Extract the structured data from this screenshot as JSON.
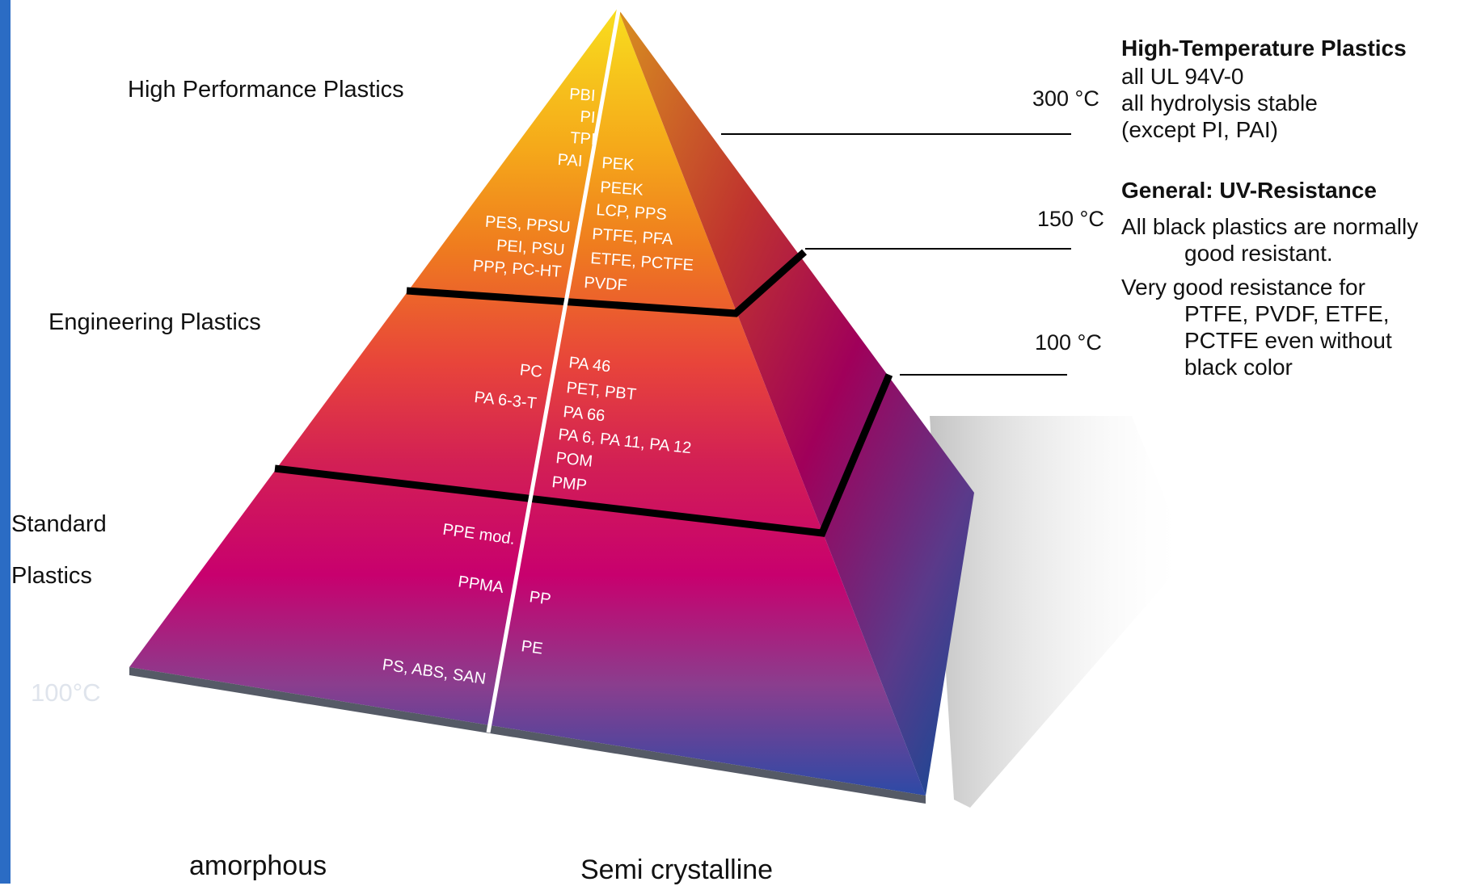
{
  "labels": {
    "high_performance": "High Performance Plastics",
    "engineering": "Engineering Plastics",
    "standard_line1": "Standard",
    "standard_line2": "Plastics",
    "amorphous": "amorphous",
    "semi_crystalline": "Semi crystalline",
    "faint_temp": "100°C"
  },
  "temperatures": {
    "t300": "300 °C",
    "t150": "150 °C",
    "t100": "100 °C"
  },
  "notes": {
    "high_temp_title": "High-Temperature Plastics",
    "high_temp_lines": [
      "all UL 94V-0",
      "all hydrolysis stable",
      "(except PI, PAI)"
    ],
    "uv_title": "General: UV-Resistance",
    "uv_lines_1": [
      "All black plastics are normally",
      "good resistant."
    ],
    "uv_lines_2": [
      "Very good resistance for",
      "PTFE, PVDF, ETFE,",
      "PCTFE even without",
      "black color"
    ]
  },
  "materials": {
    "high_amorphous": [
      "PBI",
      "PI",
      "TPI",
      "PAI",
      "PES, PPSU",
      "PEI, PSU",
      "PPP, PC-HT"
    ],
    "high_semi": [
      "PEK",
      "PEEK",
      "LCP, PPS",
      "PTFE, PFA",
      "ETFE, PCTFE",
      "PVDF"
    ],
    "eng_amorphous": [
      "PC",
      "PA 6-3-T"
    ],
    "eng_semi": [
      "PA 46",
      "PET, PBT",
      "PA 66",
      "PA 6, PA 11, PA 12",
      "POM",
      "PMP"
    ],
    "std_amorphous": [
      "PPE mod.",
      "PPMA",
      "PS, ABS, SAN"
    ],
    "std_semi": [
      "PP",
      "PE"
    ]
  },
  "colors": {
    "top": "#f6d722",
    "orange": "#f08a1a",
    "red": "#e8453a",
    "magenta": "#c8006e",
    "purple": "#8a3e8e",
    "blue": "#2a4fa8",
    "side_dark": "#0a4c98"
  }
}
